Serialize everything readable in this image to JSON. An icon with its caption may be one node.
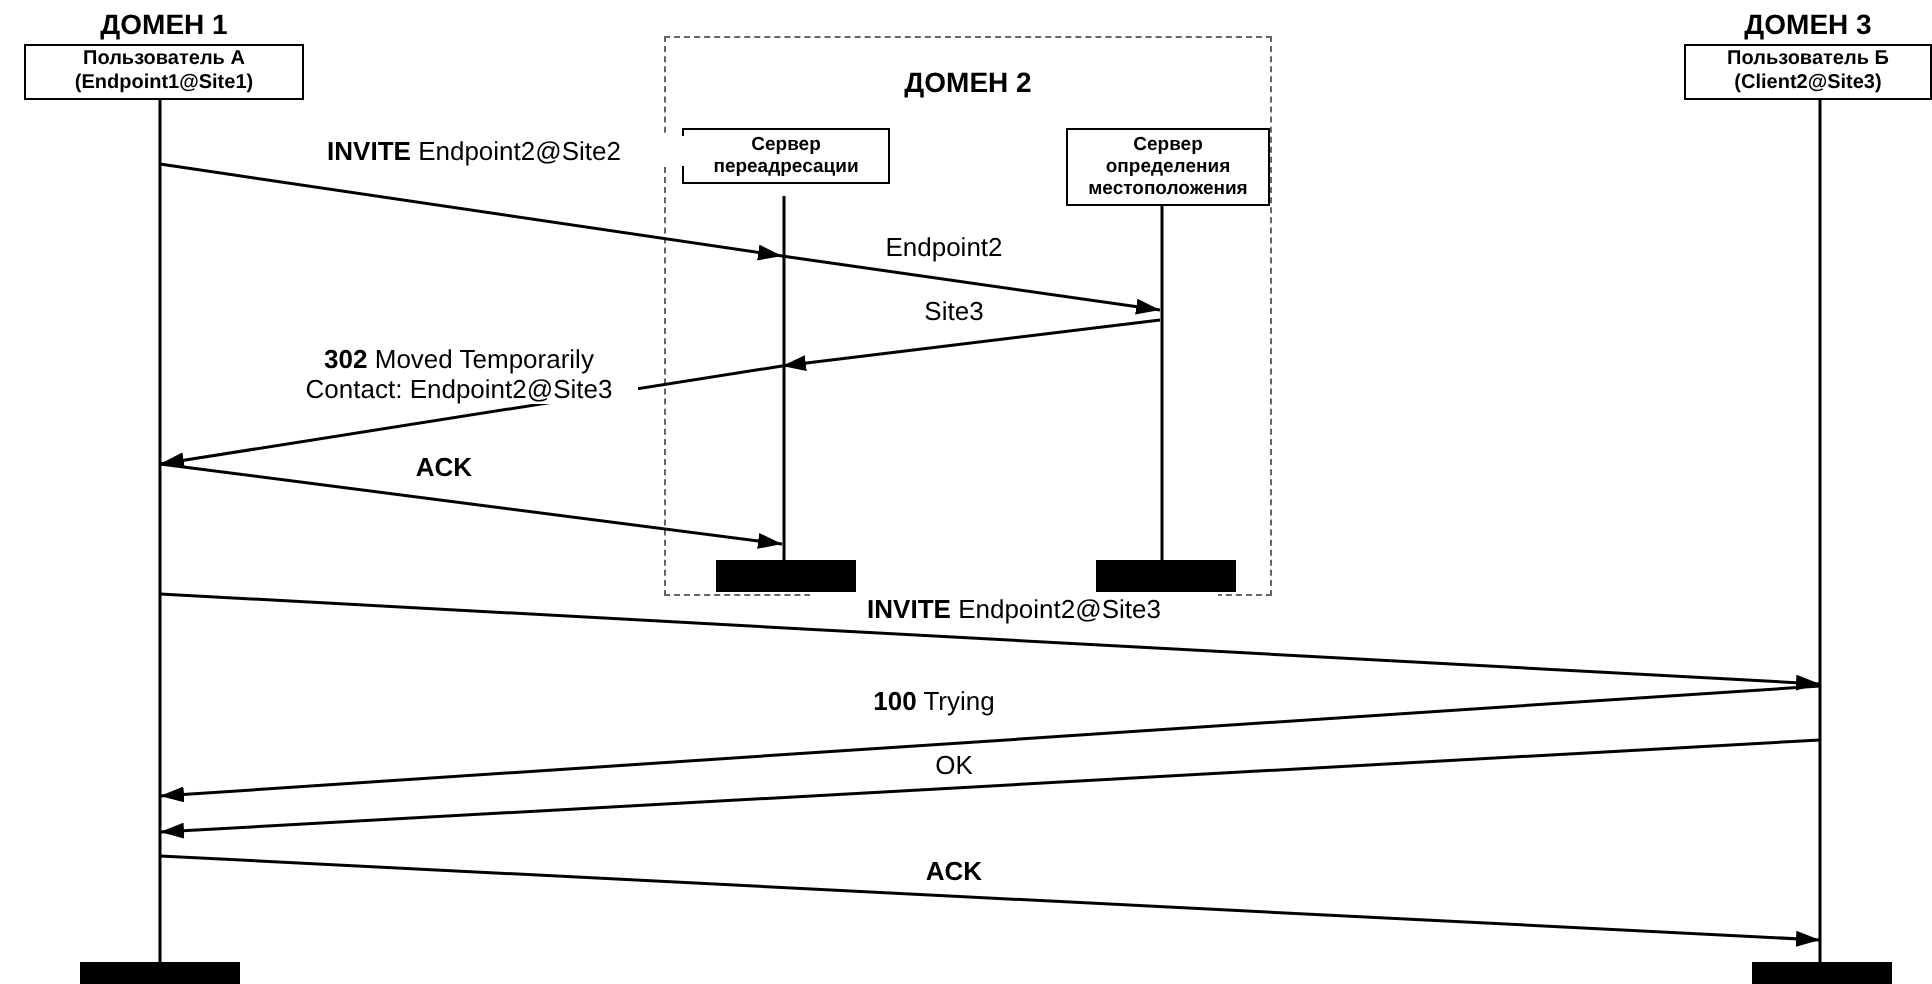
{
  "diagram": {
    "nodes": [
      {
        "text": [
          "ДОМЕН 1",
          "Пользователь А (Endpoint1@Site1)"
        ]
      },
      {
        "text": [
          "ДОМЕН 2"
        ]
      },
      {
        "text": [
          "Сервер переадресации"
        ],
        "in": 1
      },
      {
        "text": [
          "Сервер определения местоположения"
        ],
        "in": 1
      },
      {
        "text": [
          "ДОМЕН 3",
          "Пользователь Б (Client2@Site3)"
        ]
      }
    ],
    "edges": [
      {
        "from": 0,
        "to": 2,
        "arrow": "to",
        "label": "**INVITE** Endpoint2@Site2"
      },
      {
        "from": 2,
        "to": 3,
        "arrow": "to",
        "label": "Endpoint2"
      },
      {
        "from": 3,
        "to": 2,
        "arrow": "to",
        "label": "Site3"
      },
      {
        "from": 2,
        "to": 0,
        "arrow": "to",
        "label": "**302** Moved Temporarily Contact: Endpoint2@Site3"
      },
      {
        "from": 0,
        "to": 2,
        "arrow": "to",
        "label": "ACK"
      },
      {
        "from": 0,
        "to": 4,
        "arrow": "to",
        "label": "**INVITE** Endpoint2@Site3"
      },
      {
        "from": 4,
        "to": 0,
        "arrow": "to",
        "label": "**100** Trying"
      },
      {
        "from": 4,
        "to": 0,
        "arrow": "to",
        "label": "OK"
      },
      {
        "from": 0,
        "to": 4,
        "arrow": "to",
        "label": "ACK"
      }
    ]
  }
}
